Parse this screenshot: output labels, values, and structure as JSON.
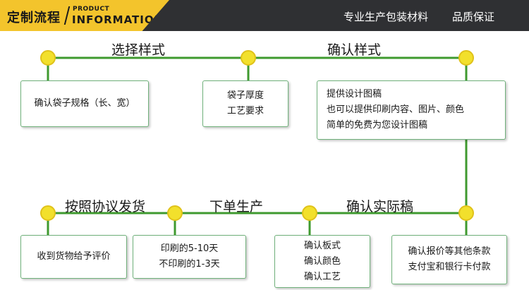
{
  "header": {
    "title": "定制流程",
    "subtitle_small": "PRODUCT",
    "subtitle_big": "INFORMATION",
    "slogan_1": "专业生产包装材料",
    "slogan_2": "品质保证"
  },
  "colors": {
    "header_bg": "#2f3033",
    "header_accent": "#f3c42c",
    "flow_line": "#3f9a2f",
    "node_fill": "#f2e02c",
    "card_border": "#6fb07a"
  },
  "steps": {
    "select_style": "选择样式",
    "confirm_style": "确认样式",
    "confirm_draft": "确认实际稿",
    "produce": "下单生产",
    "ship": "按照协议发货"
  },
  "cards": {
    "bag_spec": [
      "确认袋子规格（长、宽）"
    ],
    "thickness": [
      "袋子厚度",
      "工艺要求"
    ],
    "design": [
      "提供设计图稿",
      "也可以提供印刷内容、图片、颜色",
      "简单的免费为您设计图稿"
    ],
    "quote": [
      "确认报价等其他条款",
      "支付宝和银行卡付款"
    ],
    "confirm_items": [
      "确认板式",
      "确认颜色",
      "确认工艺"
    ],
    "print_time": [
      "印刷的5-10天",
      "不印刷的1-3天"
    ],
    "review": [
      "收到货物给予评价"
    ]
  }
}
